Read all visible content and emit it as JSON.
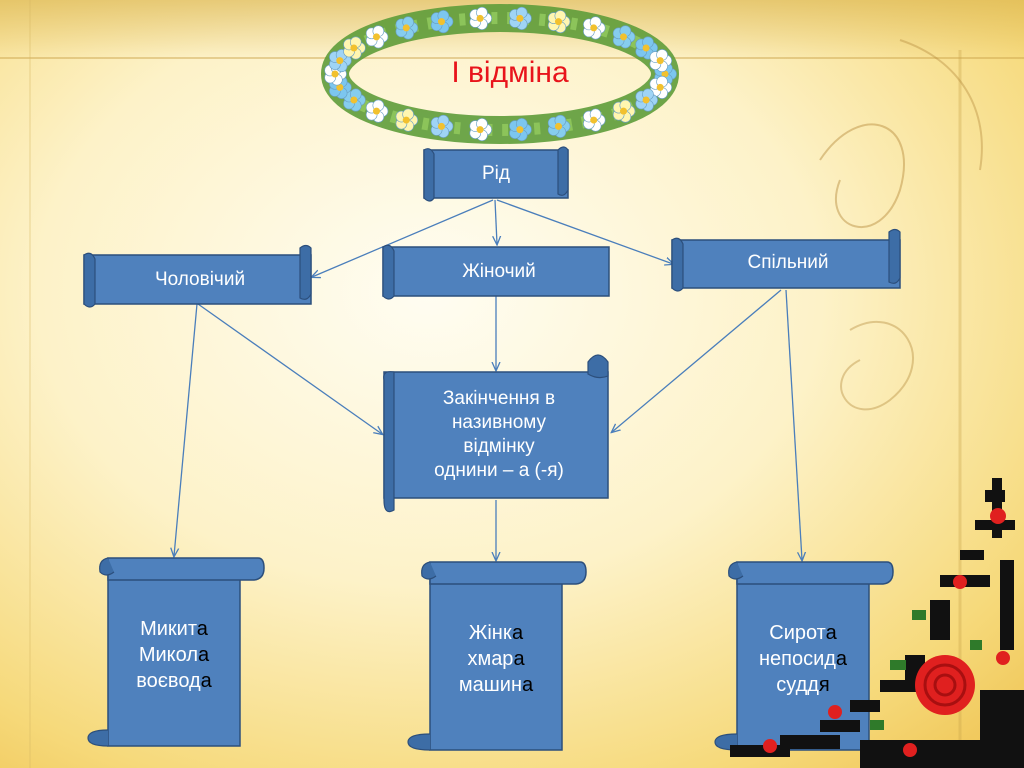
{
  "title": "І відміна",
  "root": {
    "label": "Рід"
  },
  "genders": [
    {
      "label": "Чоловічий"
    },
    {
      "label": "Жіночий"
    },
    {
      "label": "Спільний"
    }
  ],
  "ending": {
    "lines": [
      "Закінчення в",
      "називному",
      "відмінку",
      "однини – а (-я)"
    ]
  },
  "examples": [
    {
      "words": [
        {
          "stem": "Микит",
          "end": "а"
        },
        {
          "stem": "Микол",
          "end": "а"
        },
        {
          "stem": "воєвод",
          "end": "а"
        }
      ]
    },
    {
      "words": [
        {
          "stem": "Жінк",
          "end": "а"
        },
        {
          "stem": "хмар",
          "end": "а"
        },
        {
          "stem": "машин",
          "end": "а"
        }
      ]
    },
    {
      "words": [
        {
          "stem": "Сирот",
          "end": "а"
        },
        {
          "stem": "непосид",
          "end": "а"
        },
        {
          "stem": "судд",
          "end": "я"
        }
      ]
    }
  ],
  "colors": {
    "box_fill": "#4f81bd",
    "box_edge": "#2c4f7c",
    "arrow": "#4a7ebb",
    "title": "#e8141b",
    "ending_text": "#000000"
  },
  "icons": [
    "flower-wreath-icon",
    "embroidered-rose-icon"
  ]
}
